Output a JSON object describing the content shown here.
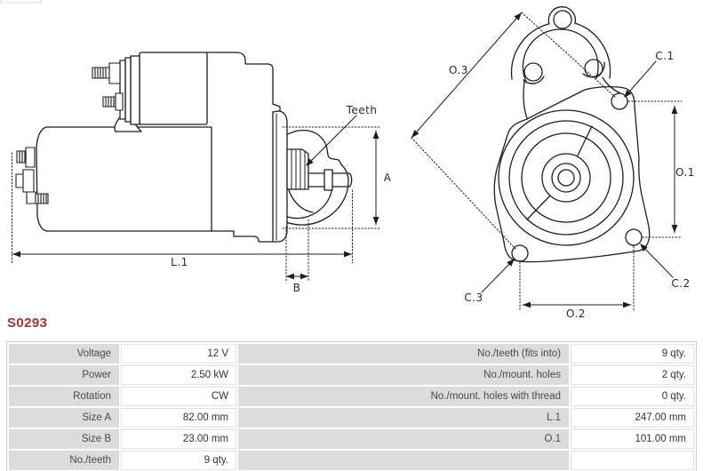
{
  "page": {
    "background": "#ffffff"
  },
  "part_number": "S0293",
  "accent_color": "#a63232",
  "diagram": {
    "side_view": {
      "teeth_label": "Teeth",
      "dim_a": "A",
      "dim_b": "B",
      "dim_l1": "L.1"
    },
    "front_view": {
      "dim_o3": "O.3",
      "dim_c1": "C.1",
      "dim_o1": "O.1",
      "dim_c2": "C.2",
      "dim_c3": "C.3",
      "dim_o2": "O.2"
    }
  },
  "spec_table": {
    "left_rows": [
      {
        "label": "Voltage",
        "value": "12 V"
      },
      {
        "label": "Power",
        "value": "2.50 kW"
      },
      {
        "label": "Rotation",
        "value": "CW"
      },
      {
        "label": "Size A",
        "value": "82.00 mm"
      },
      {
        "label": "Size B",
        "value": "23.00 mm"
      },
      {
        "label": "No./teeth",
        "value": "9 qty."
      }
    ],
    "right_rows": [
      {
        "label": "No./teeth (fits into)",
        "value": "9 qty."
      },
      {
        "label": "No./mount. holes",
        "value": "2 qty."
      },
      {
        "label": "No./mount. holes with thread",
        "value": "0 qty."
      },
      {
        "label": "L.1",
        "value": "247.00 mm"
      },
      {
        "label": "O.1",
        "value": "101.00 mm"
      },
      {
        "label": "",
        "value": ""
      }
    ]
  }
}
